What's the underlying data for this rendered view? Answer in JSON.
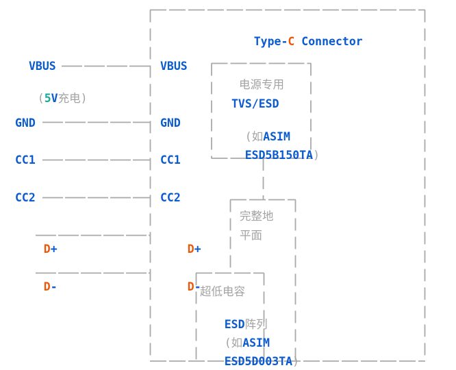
{
  "colors": {
    "blue": "#0b5bd0",
    "orange": "#e8590c",
    "teal": "#18a999",
    "gray": "#a3a3a3",
    "line": "#a9a9a9",
    "bg": "#ffffff"
  },
  "title": {
    "pre": "Type-",
    "highlight": "C",
    "rest": " Connector"
  },
  "pins": {
    "vbus": "VBUS",
    "gnd": "GND",
    "cc1": "CC1",
    "cc2": "CC2",
    "dplus_letter": "D",
    "dplus_sign": "+",
    "dminus_letter": "D",
    "dminus_sign": "-"
  },
  "vbus_note": {
    "open": "(",
    "value": "5",
    "unit": "V",
    "text": "充电",
    "close": ")"
  },
  "tvs_box": {
    "line1": "电源专用",
    "line2": "TVS/ESD",
    "line3_prefix": "(如",
    "line3_brand": "ASIM",
    "line4_part": "ESD5B150TA",
    "line4_suffix": ")"
  },
  "ground_box": {
    "line1": "完整地",
    "line2": "平面"
  },
  "esd_box": {
    "line1": "超低电容",
    "line2_part": "ESD",
    "line2_text": "阵列",
    "line3_prefix": "(如",
    "line3_brand": "ASIM",
    "line4_part": "ESD5D003TA",
    "line4_suffix": ")"
  }
}
